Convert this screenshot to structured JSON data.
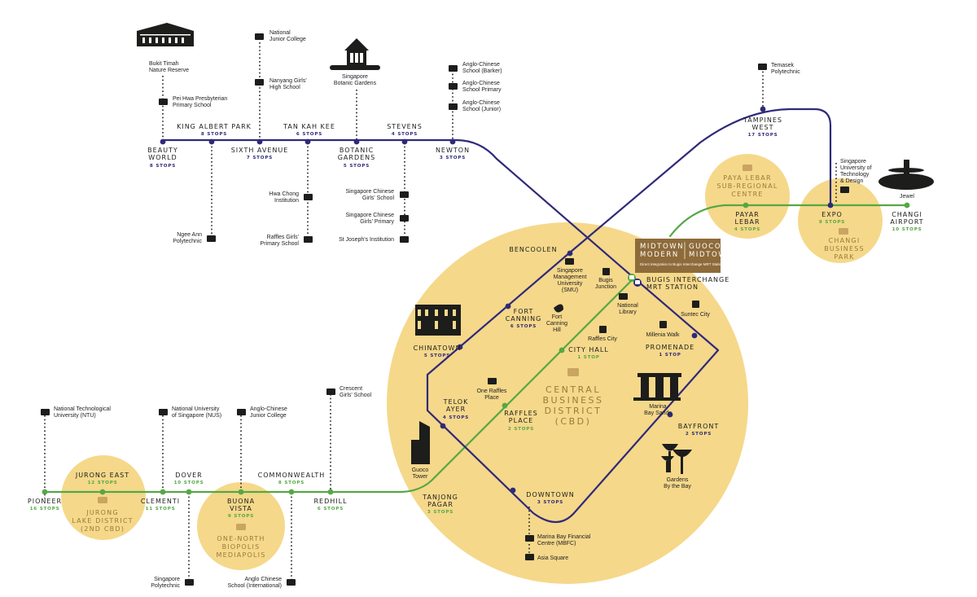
{
  "colors": {
    "blue_line": "#2f2a7a",
    "green_line": "#55a844",
    "zone_fill": "#f5d88a",
    "brown": "#9a7b3c",
    "banner": "#8e6b3a"
  },
  "banner": {
    "left_title": "MIDTOWN MODERN",
    "right_title": "GUOCO MIDTOWN",
    "line1_left": "MIDTOWN",
    "line2_left": "MODERN",
    "line1_right": "GUOCO",
    "line2_right": "MIDTOWN",
    "subtitle": "Direct integration to Bugis Interchange MRT Station"
  },
  "interchange": {
    "name": "BUGIS INTERCHANGE",
    "name2": "MRT STATION"
  },
  "cbd": {
    "line1": "CENTRAL",
    "line2": "BUSINESS",
    "line3": "DISTRICT",
    "line4": "(CBD)"
  },
  "zones": {
    "paya_lebar": [
      "PAYA LEBAR",
      "SUB-REGIONAL",
      "CENTRE"
    ],
    "changi_bp": [
      "CHANGI",
      "BUSINESS",
      "PARK"
    ],
    "jurong": [
      "JURONG",
      "LAKE DISTRICT",
      "(2ND CBD)"
    ],
    "one_north": [
      "ONE-NORTH",
      "BIOPOLIS",
      "MEDIAPOLIS"
    ]
  },
  "stations": {
    "beauty_world": {
      "name": "BEAUTY",
      "name2": "WORLD",
      "stops": "8 STOPS"
    },
    "king_albert_park": {
      "name": "KING ALBERT PARK",
      "stops": "8 STOPS"
    },
    "sixth_avenue": {
      "name": "SIXTH AVENUE",
      "stops": "7 STOPS"
    },
    "tan_kah_kee": {
      "name": "TAN KAH KEE",
      "stops": "6 STOPS"
    },
    "botanic_gardens": {
      "name": "BOTANIC",
      "name2": "GARDENS",
      "stops": "5 STOPS"
    },
    "stevens": {
      "name": "STEVENS",
      "stops": "4 STOPS"
    },
    "newton": {
      "name": "NEWTON",
      "stops": "3 STOPS"
    },
    "tampines_west": {
      "name": "TAMPINES",
      "name2": "WEST",
      "stops": "17 STOPS"
    },
    "expo": {
      "name": "EXPO",
      "stops": "9 STOPS"
    },
    "changi_airport": {
      "name": "CHANGI",
      "name2": "AIRPORT",
      "stops": "10 STOPS"
    },
    "payar_lebar": {
      "name": "PAYAR",
      "name2": "LEBAR",
      "stops": "4 STOPS"
    },
    "bencoolen": {
      "name": "BENCOOLEN"
    },
    "fort_canning": {
      "name": "FORT",
      "name2": "CANNING",
      "stops": "6 STOPS"
    },
    "chinatown": {
      "name": "CHINATOWN",
      "stops": "5 STOPS"
    },
    "telok_ayer": {
      "name": "TELOK",
      "name2": "AYER",
      "stops": "4 STOPS"
    },
    "city_hall": {
      "name": "CITY HALL",
      "stops": "1 STOP"
    },
    "promenade": {
      "name": "PROMENADE",
      "stops": "1 STOP"
    },
    "raffles_place": {
      "name": "RAFFLES",
      "name2": "PLACE",
      "stops": "2 STOPS"
    },
    "bayfront": {
      "name": "BAYFRONT",
      "stops": "2 STOPS"
    },
    "downtown": {
      "name": "DOWNTOWN",
      "stops": "3 STOPS"
    },
    "tanjong_pagar": {
      "name": "TANJONG",
      "name2": "PAGAR",
      "stops": "3 STOPS"
    },
    "pioneer": {
      "name": "PIONEER",
      "stops": "16 STOPS"
    },
    "jurong_east": {
      "name": "JURONG EAST",
      "stops": "12 STOPS"
    },
    "clementi": {
      "name": "CLEMENTI",
      "stops": "11 STOPS"
    },
    "dover": {
      "name": "DOVER",
      "stops": "10 STOPS"
    },
    "buona_vista": {
      "name": "BUONA",
      "name2": "VISTA",
      "stops": "9 STOPS"
    },
    "commonwealth": {
      "name": "COMMONWEALTH",
      "stops": "8 STOPS"
    },
    "redhill": {
      "name": "REDHILL",
      "stops": "6 STOPS"
    }
  },
  "pois": {
    "bukit_timah": [
      "Bukit Timah",
      "Nature Reserve"
    ],
    "pei_hwa": [
      "Pei Hwa Presbyterian",
      "Primary School"
    ],
    "ngee_ann": [
      "Ngee Ann",
      "Polytechnic"
    ],
    "njc": [
      "National",
      "Junior College"
    ],
    "nanyang": [
      "Nanyang Girls'",
      "High School"
    ],
    "hwa_chong": [
      "Hwa Chong",
      "Institution"
    ],
    "raffles_girls": [
      "Raffles Girls'",
      "Primary School"
    ],
    "sbg": [
      "Singapore",
      "Botanic Gardens"
    ],
    "scgs": [
      "Singapore Chinese",
      "Girls' School"
    ],
    "scgp": [
      "Singapore Chinese",
      "Girls' Primary"
    ],
    "sji": [
      "St Joseph's Institution"
    ],
    "acs_barker": [
      "Anglo-Chinese",
      "School (Barker)"
    ],
    "acs_primary": [
      "Anglo-Chinese",
      "School Primary"
    ],
    "acs_junior": [
      "Anglo-Chinese",
      "School (Junior)"
    ],
    "temasek": [
      "Temasek",
      "Polytechnic"
    ],
    "sutd": [
      "Singapore",
      "University of",
      "Technology",
      "& Design"
    ],
    "jewel": [
      "Jewel"
    ],
    "smu": [
      "Singapore",
      "Management",
      "University",
      "(SMU)"
    ],
    "bugis_junction": [
      "Bugis",
      "Junction"
    ],
    "national_library": [
      "National",
      "Library"
    ],
    "suntec": [
      "Suntec City"
    ],
    "fort_canning_hill": [
      "Fort",
      "Canning",
      "Hill"
    ],
    "raffles_city": [
      "Raffles City"
    ],
    "millenia": [
      "Millenia Walk"
    ],
    "one_raffles": [
      "One Raffles",
      "Place"
    ],
    "mbs": [
      "Marina",
      "Bay Sands"
    ],
    "gardens": [
      "Gardens",
      "By the Bay"
    ],
    "guoco": [
      "Guoco",
      "Tower"
    ],
    "mbfc": [
      "Marina Bay Financial",
      "Centre (MBFC)"
    ],
    "asia_square": [
      "Asia Square"
    ],
    "ntu": [
      "National Technological",
      "University (NTU)"
    ],
    "nus": [
      "National University",
      "of Singapore (NUS)"
    ],
    "acjc": [
      "Anglo-Chinese",
      "Junior College"
    ],
    "crescent": [
      "Crescent",
      "Girls' School"
    ],
    "sp": [
      "Singapore",
      "Polytechnic"
    ],
    "acs_intl": [
      "Anglo Chinese",
      "School (International)"
    ]
  }
}
